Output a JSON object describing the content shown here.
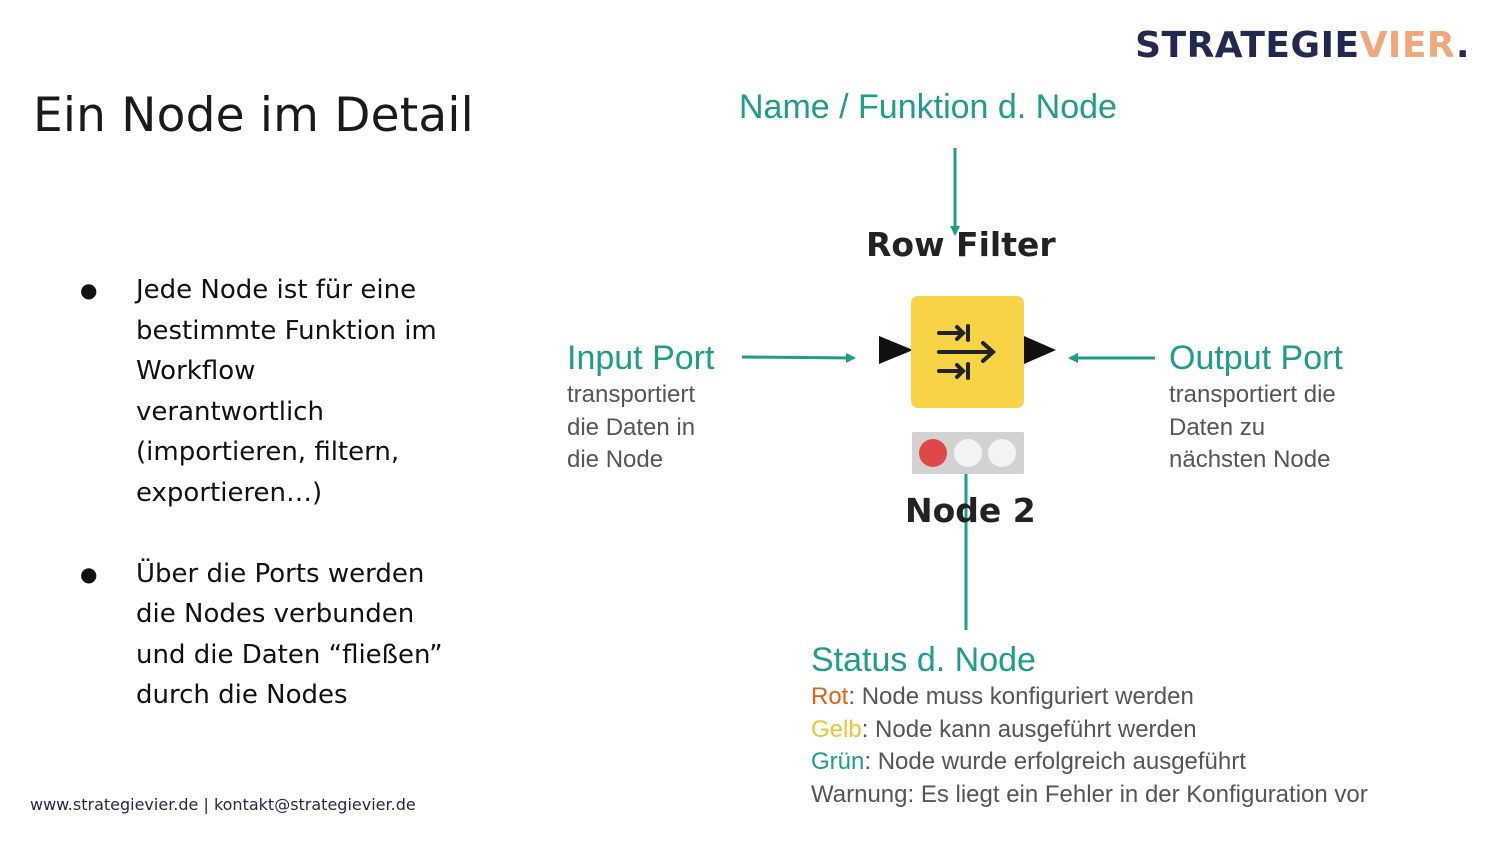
{
  "logo": {
    "part1": "STRATEGIE",
    "part2": "VIER",
    "part3": "."
  },
  "title": "Ein Node im Detail",
  "bullets": [
    {
      "line1": "Jede Node ist für eine",
      "line2": "bestimmte Funktion im",
      "line3": "Workflow",
      "line4": "verantwortlich",
      "line5": "(importieren, filtern,",
      "line6": "exportieren…)"
    },
    {
      "line1": "Über die Ports werden",
      "line2": "die Nodes verbunden",
      "line3": "und die Daten “fließen”",
      "line4": "durch die Nodes"
    }
  ],
  "footer": "www.strategievier.de | kontakt@strategievier.de",
  "diagram": {
    "name_label": "Name / Funktion d. Node",
    "node_title": "Row Filter",
    "node_name": "Node 2",
    "input": {
      "label": "Input Port",
      "desc1": "transportiert",
      "desc2": "die Daten in",
      "desc3": "die Node"
    },
    "output": {
      "label": "Output Port",
      "desc1": "transportiert die",
      "desc2": "Daten zu",
      "desc3": "nächsten Node"
    },
    "status": {
      "label": "Status d. Node",
      "rot": {
        "key": "Rot",
        "text": ": Node muss konfiguriert werden"
      },
      "gelb": {
        "key": "Gelb",
        "text": ": Node kann ausgeführt werden"
      },
      "gruen": {
        "key": "Grün",
        "text": ": Node wurde erfolgreich ausgeführt"
      },
      "warnung": "Warnung: Es liegt ein Fehler in der Konfiguration vor"
    },
    "colors": {
      "accent": "#1e9c8c",
      "node": "#f7d445",
      "status_red": "#e04747",
      "status_off": "#f3f3f3"
    }
  }
}
